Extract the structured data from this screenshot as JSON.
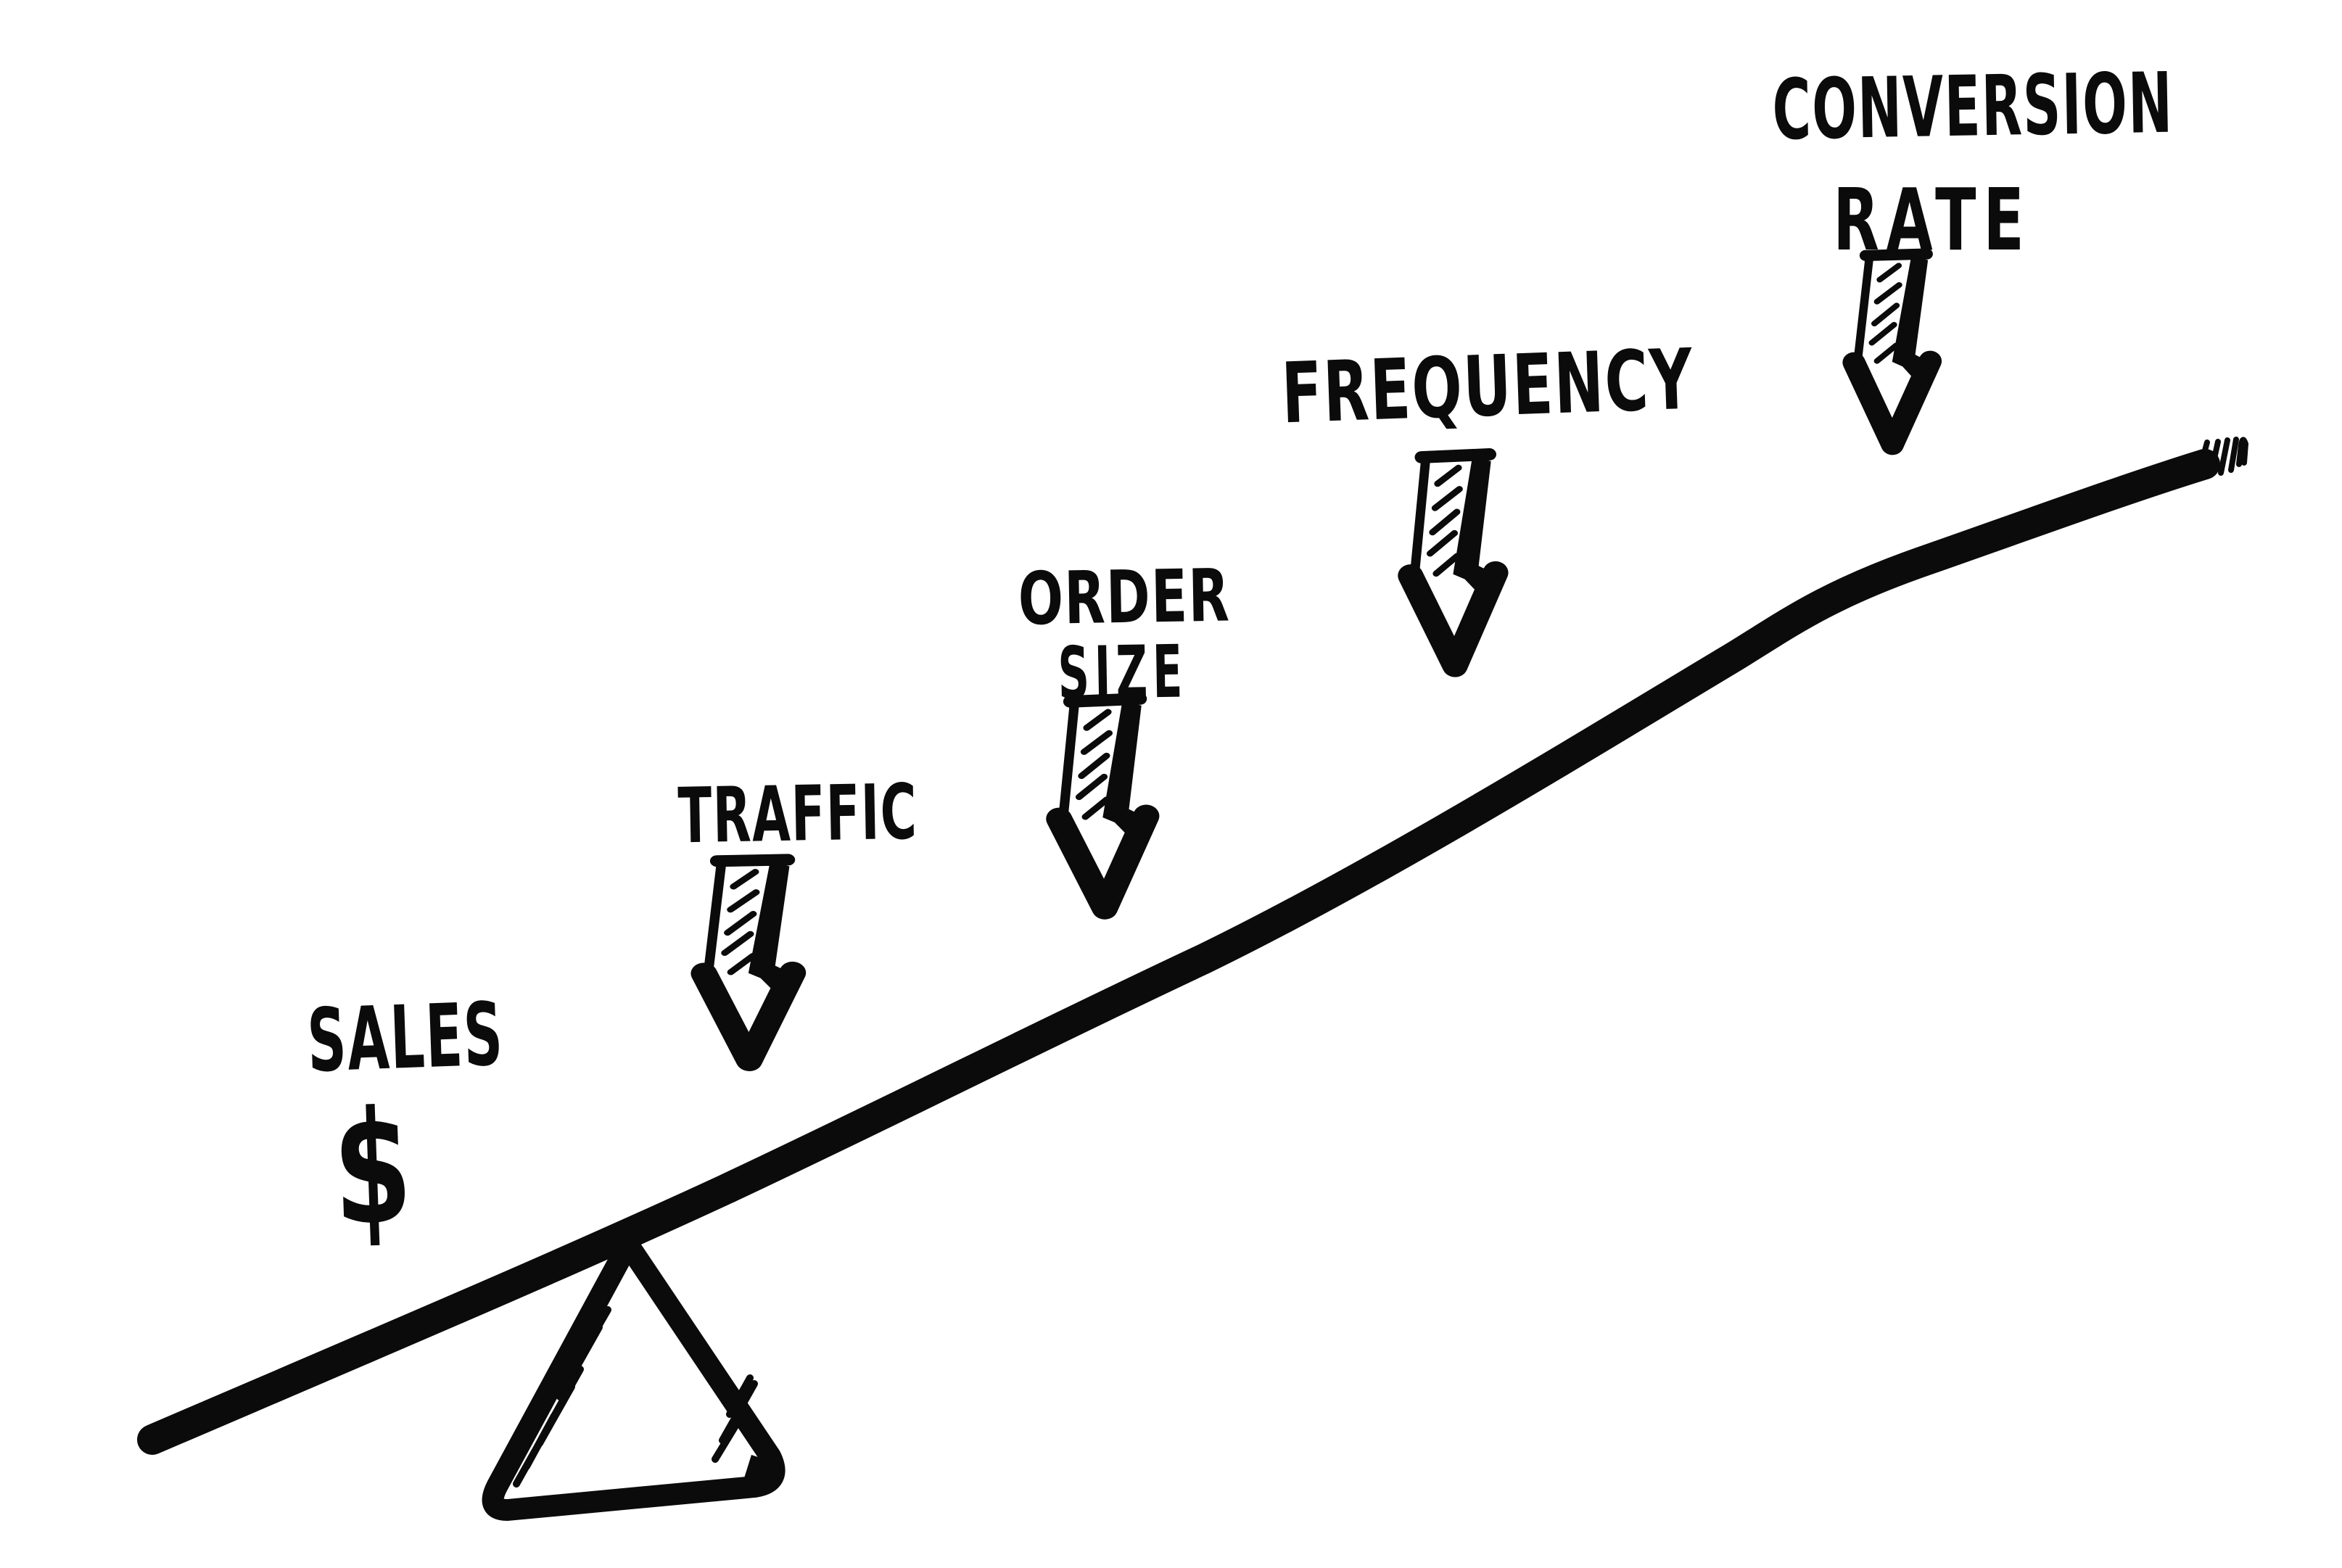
{
  "page": {
    "background_color": "#ffffff",
    "ink_color": "#0b0b0b",
    "style": "hand-drawn black marker sketch on white"
  },
  "diagram": {
    "concept": "lever lifting sales",
    "outcome": {
      "label": "SALES",
      "currency_symbol": "$"
    },
    "lever": {
      "beam": "diagonal-line-rising-right",
      "fulcrum": "hatched-triangle"
    },
    "factors": [
      {
        "label": "TRAFFIC",
        "lines": [
          "TRAFFIC"
        ],
        "icon": "down-arrow-icon"
      },
      {
        "label": "ORDER SIZE",
        "lines": [
          "ORDER",
          "SIZE"
        ],
        "icon": "down-arrow-icon"
      },
      {
        "label": "FREQUENCY",
        "lines": [
          "FREQUENCY"
        ],
        "icon": "down-arrow-icon"
      },
      {
        "label": "CONVERSION RATE",
        "lines": [
          "CONVERSION",
          "RATE"
        ],
        "icon": "down-arrow-icon"
      }
    ],
    "marks": {
      "signature": "scribble-mark"
    }
  }
}
